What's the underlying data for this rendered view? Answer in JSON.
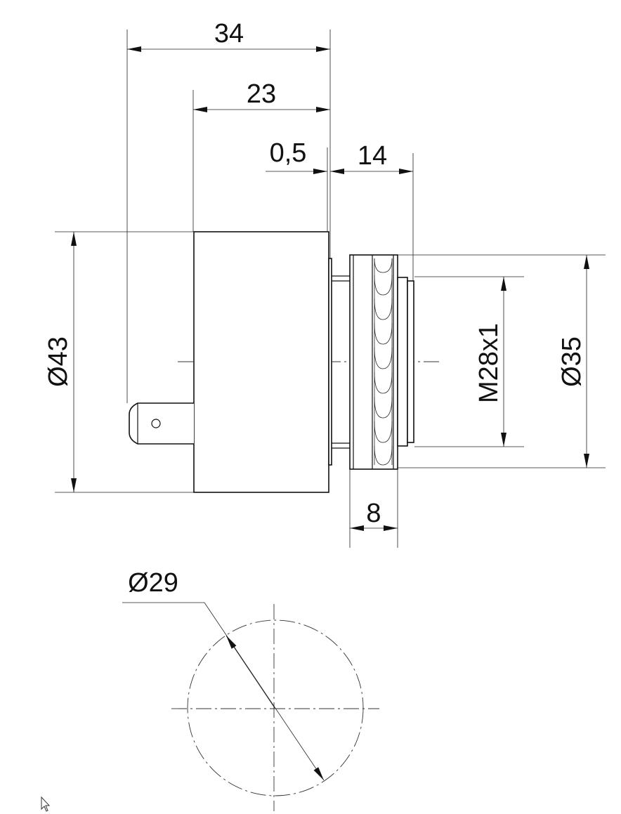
{
  "drawing": {
    "dimensions": {
      "overall_length": "34",
      "body_length": "23",
      "gap": "0,5",
      "thread_length": "14",
      "body_diameter": "Ø43",
      "thread_spec": "M28x1",
      "nut_diameter": "Ø35",
      "nut_width": "8",
      "panel_cutout_diameter": "Ø29"
    }
  },
  "colors": {
    "line": "#111111",
    "background": "#ffffff"
  },
  "cursor": {
    "icon": "mouse-pointer-icon"
  }
}
